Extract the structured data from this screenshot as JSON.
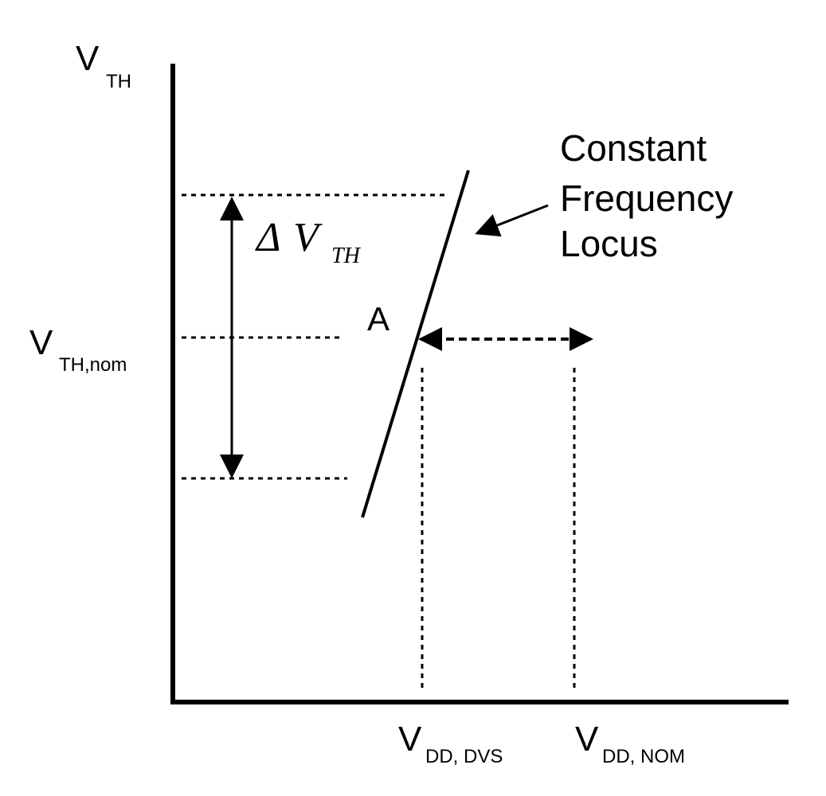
{
  "colors": {
    "ink": "#000000",
    "background": "#ffffff"
  },
  "axes": {
    "y_label": {
      "main": "V",
      "sub": "TH"
    },
    "x_markers": [
      {
        "main": "V",
        "sub": "DD, DVS"
      },
      {
        "main": "V",
        "sub": "DD, NOM"
      }
    ]
  },
  "vth_nom_label": {
    "main": "V",
    "sub": "TH,nom"
  },
  "delta_vth_label": {
    "delta": "Δ",
    "main": "V",
    "sub": "TH"
  },
  "point_a_label": "A",
  "locus_label": [
    "Constant",
    "Frequency",
    "Locus"
  ]
}
